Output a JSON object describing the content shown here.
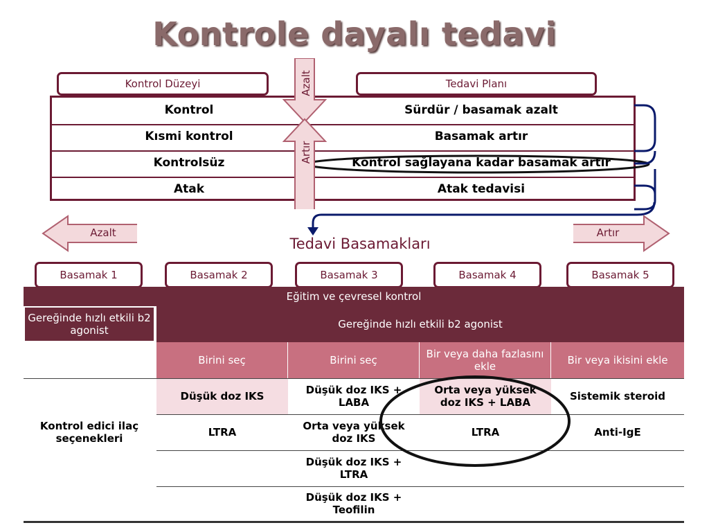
{
  "title": "Kontrole dayalı tedavi",
  "headers": {
    "left": "Kontrol Düzeyi",
    "right": "Tedavi Planı"
  },
  "control_rows": [
    {
      "level": "Kontrol",
      "plan": "Sürdür / basamak azalt"
    },
    {
      "level": "Kısmi kontrol",
      "plan": "Basamak artır"
    },
    {
      "level": "Kontrolsüz",
      "plan": "Kontrol sağlayana kadar basamak artır"
    },
    {
      "level": "Atak",
      "plan": "Atak tedavisi"
    }
  ],
  "vertical_arrows": {
    "down": "Azalt",
    "up": "Artır"
  },
  "side_arrows": {
    "left": "Azalt",
    "right": "Artır"
  },
  "steps_title": "Tedavi Basamakları",
  "steps": [
    "Basamak 1",
    "Basamak 2",
    "Basamak 3",
    "Basamak 4",
    "Basamak 5"
  ],
  "education_bar": "Eğitim ve çevresel kontrol",
  "reliever_left": "Gereğinde hızlı etkili b2 agonist",
  "reliever_main": "Gereğinde hızlı etkili b2 agonist",
  "choice_row": [
    "Birini seç",
    "Birini seç",
    "Bir veya daha fazlasını ekle",
    "Bir veya ikisini ekle"
  ],
  "controller_label": "Kontrol edici ilaç seçenekleri",
  "grid": [
    [
      "Düşük doz IKS",
      "Düşük doz IKS + LABA",
      "Orta veya yüksek doz IKS + LABA",
      "Sistemik steroid"
    ],
    [
      "LTRA",
      "Orta veya yüksek doz IKS",
      "LTRA",
      "Anti-IgE"
    ],
    [
      "",
      "Düşük doz IKS + LTRA",
      "",
      ""
    ],
    [
      "",
      "Düşük doz IKS + Teofilin",
      "",
      ""
    ]
  ],
  "colors": {
    "maroon": "#6b1a33",
    "choice": "#c87080",
    "pale": "#f5dde2",
    "title": "#8a6a6a",
    "navy": "#0a1a6b"
  }
}
